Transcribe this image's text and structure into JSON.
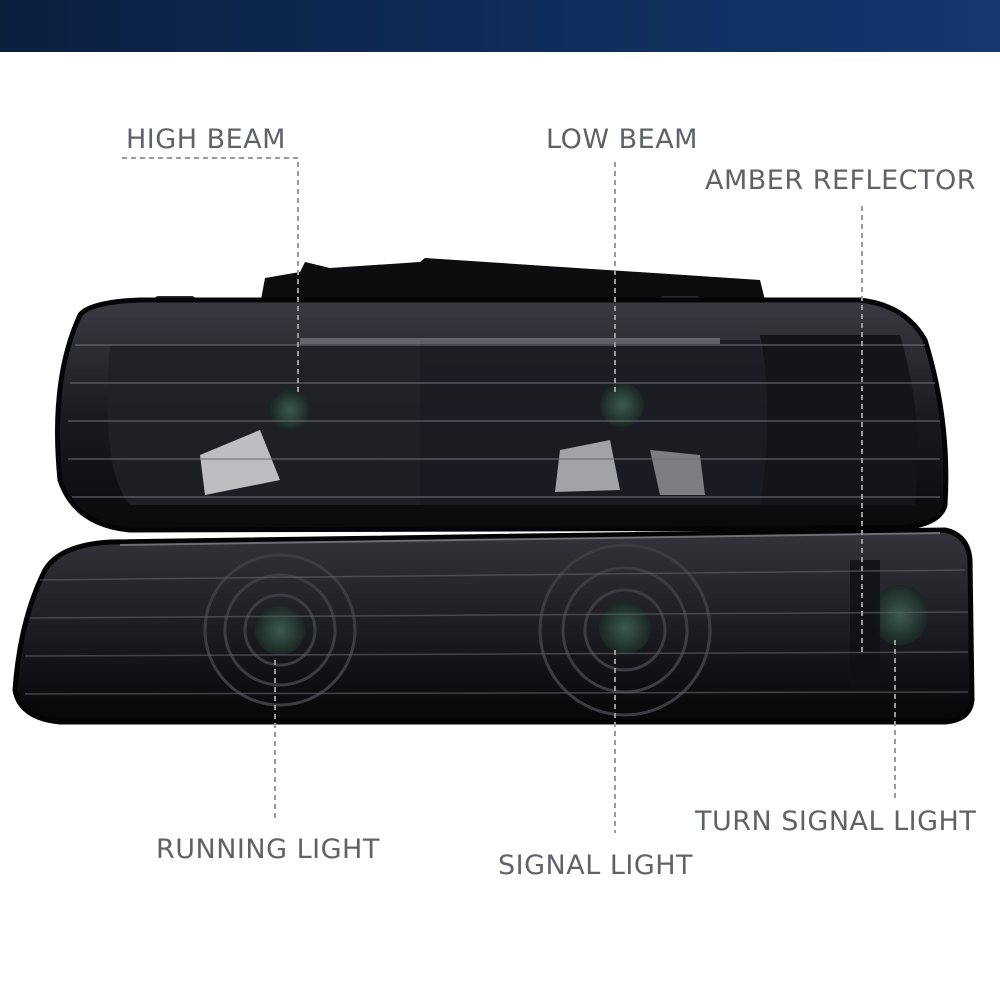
{
  "labels": {
    "high_beam": "HIGH BEAM",
    "low_beam": "LOW BEAM",
    "amber_reflector": "AMBER REFLECTOR",
    "running_light": "RUNNING LIGHT",
    "signal_light": "SIGNAL LIGHT",
    "turn_signal_light": "TURN SIGNAL LIGHT"
  },
  "colors": {
    "banner": "#0f2d5c",
    "label_text": "#5f6368",
    "lens_smoke": "#1c1c22"
  }
}
